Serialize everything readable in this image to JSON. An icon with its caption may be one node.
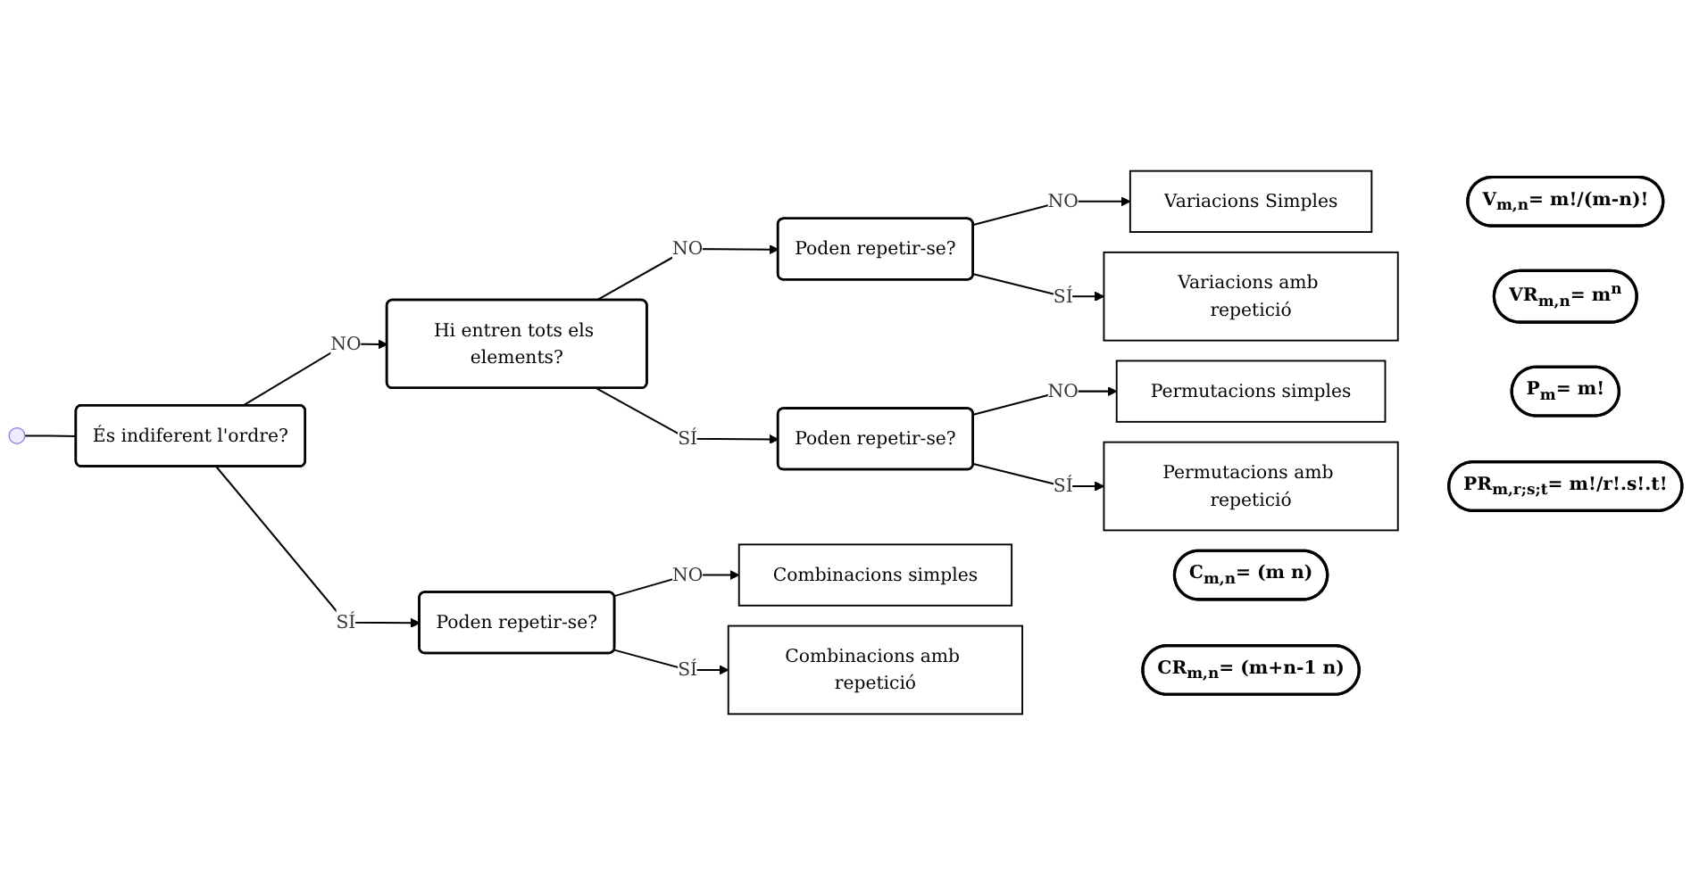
{
  "diagram": {
    "nodes": [
      {
        "text": [
          "És indiferent l'ordre?"
        ]
      },
      {
        "text": [
          "Hi entren tots els elements?"
        ]
      },
      {
        "text": [
          "Poden repetir-se?"
        ]
      },
      {
        "text": [
          "Variacions Simples"
        ]
      },
      {
        "text": [
          "V$_{m,n}$= m!/(m-n)!"
        ]
      },
      {
        "text": [
          "Variacions amb repetició"
        ]
      },
      {
        "text": [
          "VR$_{m,n}$= m$^{n}$"
        ]
      },
      {
        "text": [
          "Poden repetir-se?"
        ]
      },
      {
        "text": [
          "Permutacions simples"
        ]
      },
      {
        "text": [
          "P$_{m}$= m!"
        ]
      },
      {
        "text": [
          "Permutacions amb repetició"
        ]
      },
      {
        "text": [
          "PR$_{m,r;s;t}$= m!/r!.s!.t!"
        ]
      },
      {
        "text": [
          "Poden repetir-se?"
        ]
      },
      {
        "text": [
          "Combinacions simples"
        ]
      },
      {
        "text": [
          "C$_{m,n}$= (m n)"
        ]
      },
      {
        "text": [
          "Combinacions amb repetició"
        ]
      },
      {
        "text": [
          "CR$_{m,n}$= (m+n-1 n)"
        ]
      }
    ],
    "edges": [
      {
        "from": null,
        "to": 0,
        "arrow": "none"
      },
      {
        "from": 0,
        "to": 1,
        "arrow": "to",
        "label": "NO"
      },
      {
        "from": 1,
        "to": 2,
        "arrow": "to",
        "label": "NO"
      },
      {
        "from": 2,
        "to": 3,
        "arrow": "to",
        "label": "NO"
      },
      {
        "from": 2,
        "to": 5,
        "arrow": "to",
        "label": "SÍ"
      },
      {
        "from": 1,
        "to": 7,
        "arrow": "to",
        "label": "SÍ"
      },
      {
        "from": 7,
        "to": 8,
        "arrow": "to",
        "label": "NO"
      },
      {
        "from": 7,
        "to": 10,
        "arrow": "to",
        "label": "SÍ"
      },
      {
        "from": 0,
        "to": 12,
        "arrow": "to",
        "label": "SÍ"
      },
      {
        "from": 12,
        "to": 13,
        "arrow": "to",
        "label": "NO"
      },
      {
        "from": 12,
        "to": 15,
        "arrow": "to",
        "label": "SÍ"
      }
    ]
  }
}
